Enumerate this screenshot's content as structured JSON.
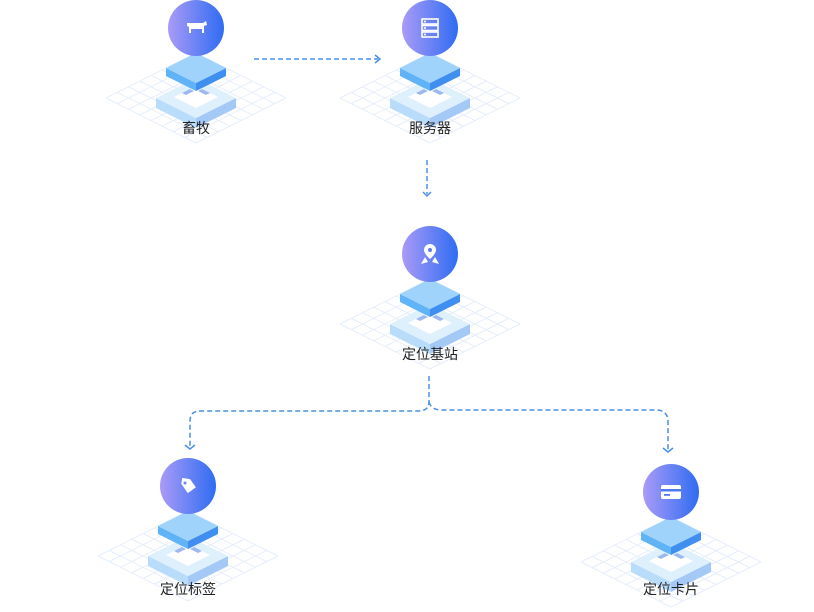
{
  "nodes": [
    {
      "id": "livestock",
      "label": "畜牧",
      "icon": "cow-icon"
    },
    {
      "id": "server",
      "label": "服务器",
      "icon": "server-icon"
    },
    {
      "id": "base-station",
      "label": "定位基站",
      "icon": "location-pin-icon"
    },
    {
      "id": "tag",
      "label": "定位标签",
      "icon": "tag-icon"
    },
    {
      "id": "card",
      "label": "定位卡片",
      "icon": "card-icon"
    }
  ],
  "colors": {
    "circle_start": "#a99bf7",
    "circle_end": "#2f6cf2",
    "line": "#4a90e2",
    "slab": "#6fb8f7"
  }
}
